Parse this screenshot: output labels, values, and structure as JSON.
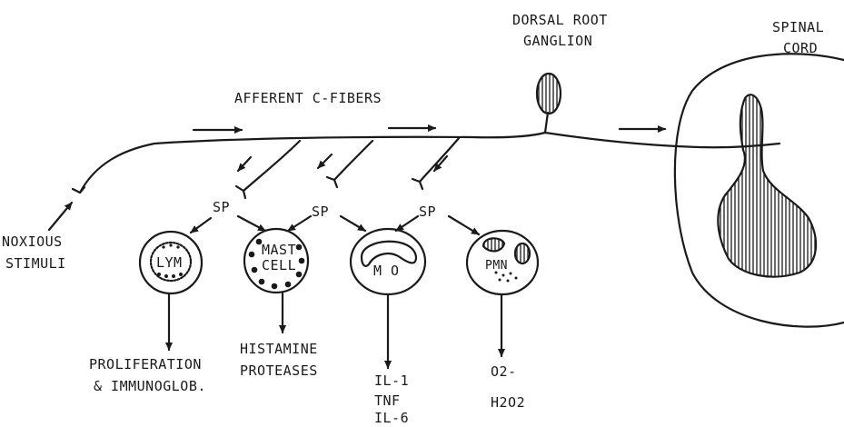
{
  "labels": {
    "dorsal_root_ganglion": [
      "DORSAL ROOT",
      "GANGLION"
    ],
    "spinal_cord": [
      "SPINAL",
      "CORD"
    ],
    "afferent_c_fibers": "AFFERENT C-FIBERS",
    "noxious_stimuli": [
      "NOXIOUS",
      "STIMULI"
    ],
    "sp": "SP",
    "lymphocyte": "LYM",
    "mast_cell": [
      "MAST",
      "CELL"
    ],
    "macrophage": "M O",
    "neutrophil": "PMN",
    "proliferation": [
      "PROLIFERATION",
      "& IMMUNOGLOB."
    ],
    "histamine": [
      "HISTAMINE",
      "PROTEASES"
    ],
    "cytokines": [
      "IL-1",
      "TNF",
      "IL-6"
    ],
    "oxygen_products": [
      "O2-",
      "H2O2"
    ]
  },
  "colors": {
    "ink": "#1a1a1a",
    "background": "#ffffff"
  }
}
